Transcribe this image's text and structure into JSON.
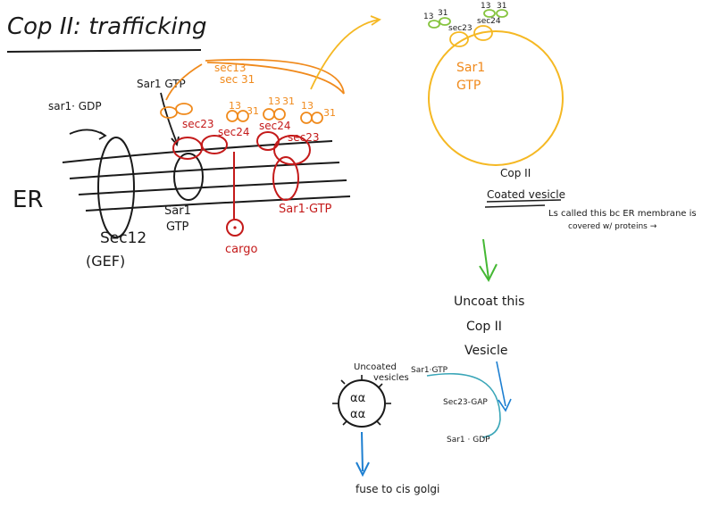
{
  "title": "Cop II: trafficking",
  "colors": {
    "ink": "#1a1a1a",
    "orange": "#f08a1c",
    "red": "#c41a1a",
    "yellow": "#f5b823",
    "green": "#86c43f",
    "blue": "#1d7fd1",
    "teal": "#3aa6b8"
  },
  "membrane": {
    "label": "ER",
    "gef_name": "Sec12",
    "gef_note": "(GEF)",
    "sar1_gdp": "sar1· GDP",
    "sar1_gtp_top": "Sar1 GTP",
    "sar1_gtp_bottom_line1": "Sar1",
    "sar1_gtp_bottom_line2": "GTP",
    "sar1_gtp_right": "Sar1·GTP",
    "sec23_left": "sec23",
    "sec24_mid": "sec24",
    "sec24_right": "sec24",
    "sec23_right": "sec23",
    "pair_a": [
      "13",
      "31"
    ],
    "pair_b": [
      "13",
      "31"
    ],
    "pair_c": [
      "13",
      "31"
    ],
    "cargo": "cargo",
    "recruit_sec13": "sec13",
    "recruit_sec31": "sec 31"
  },
  "vesicle": {
    "sar1": "Sar1",
    "gtp": "GTP",
    "pair_left": [
      "13",
      "31"
    ],
    "pair_right": [
      "13",
      "31"
    ],
    "sec23": "sec23",
    "sec24": "sec24",
    "name": "Cop II",
    "coated_label": "Coated vesicle",
    "note_line1": "Ls called this bc ER membrane is",
    "note_line2": "covered w/ proteins →"
  },
  "uncoat": {
    "line1": "Uncoat this",
    "line2": "Cop II",
    "line3": "Vesicle",
    "uncoated_line1": "Uncoated",
    "uncoated_line2": "vesicles",
    "sar1_gtp": "Sar1·GTP",
    "sec23_gap": "Sec23-GAP",
    "sar1_gdp": "Sar1 · GDP",
    "fuse": "fuse to cis golgi"
  }
}
